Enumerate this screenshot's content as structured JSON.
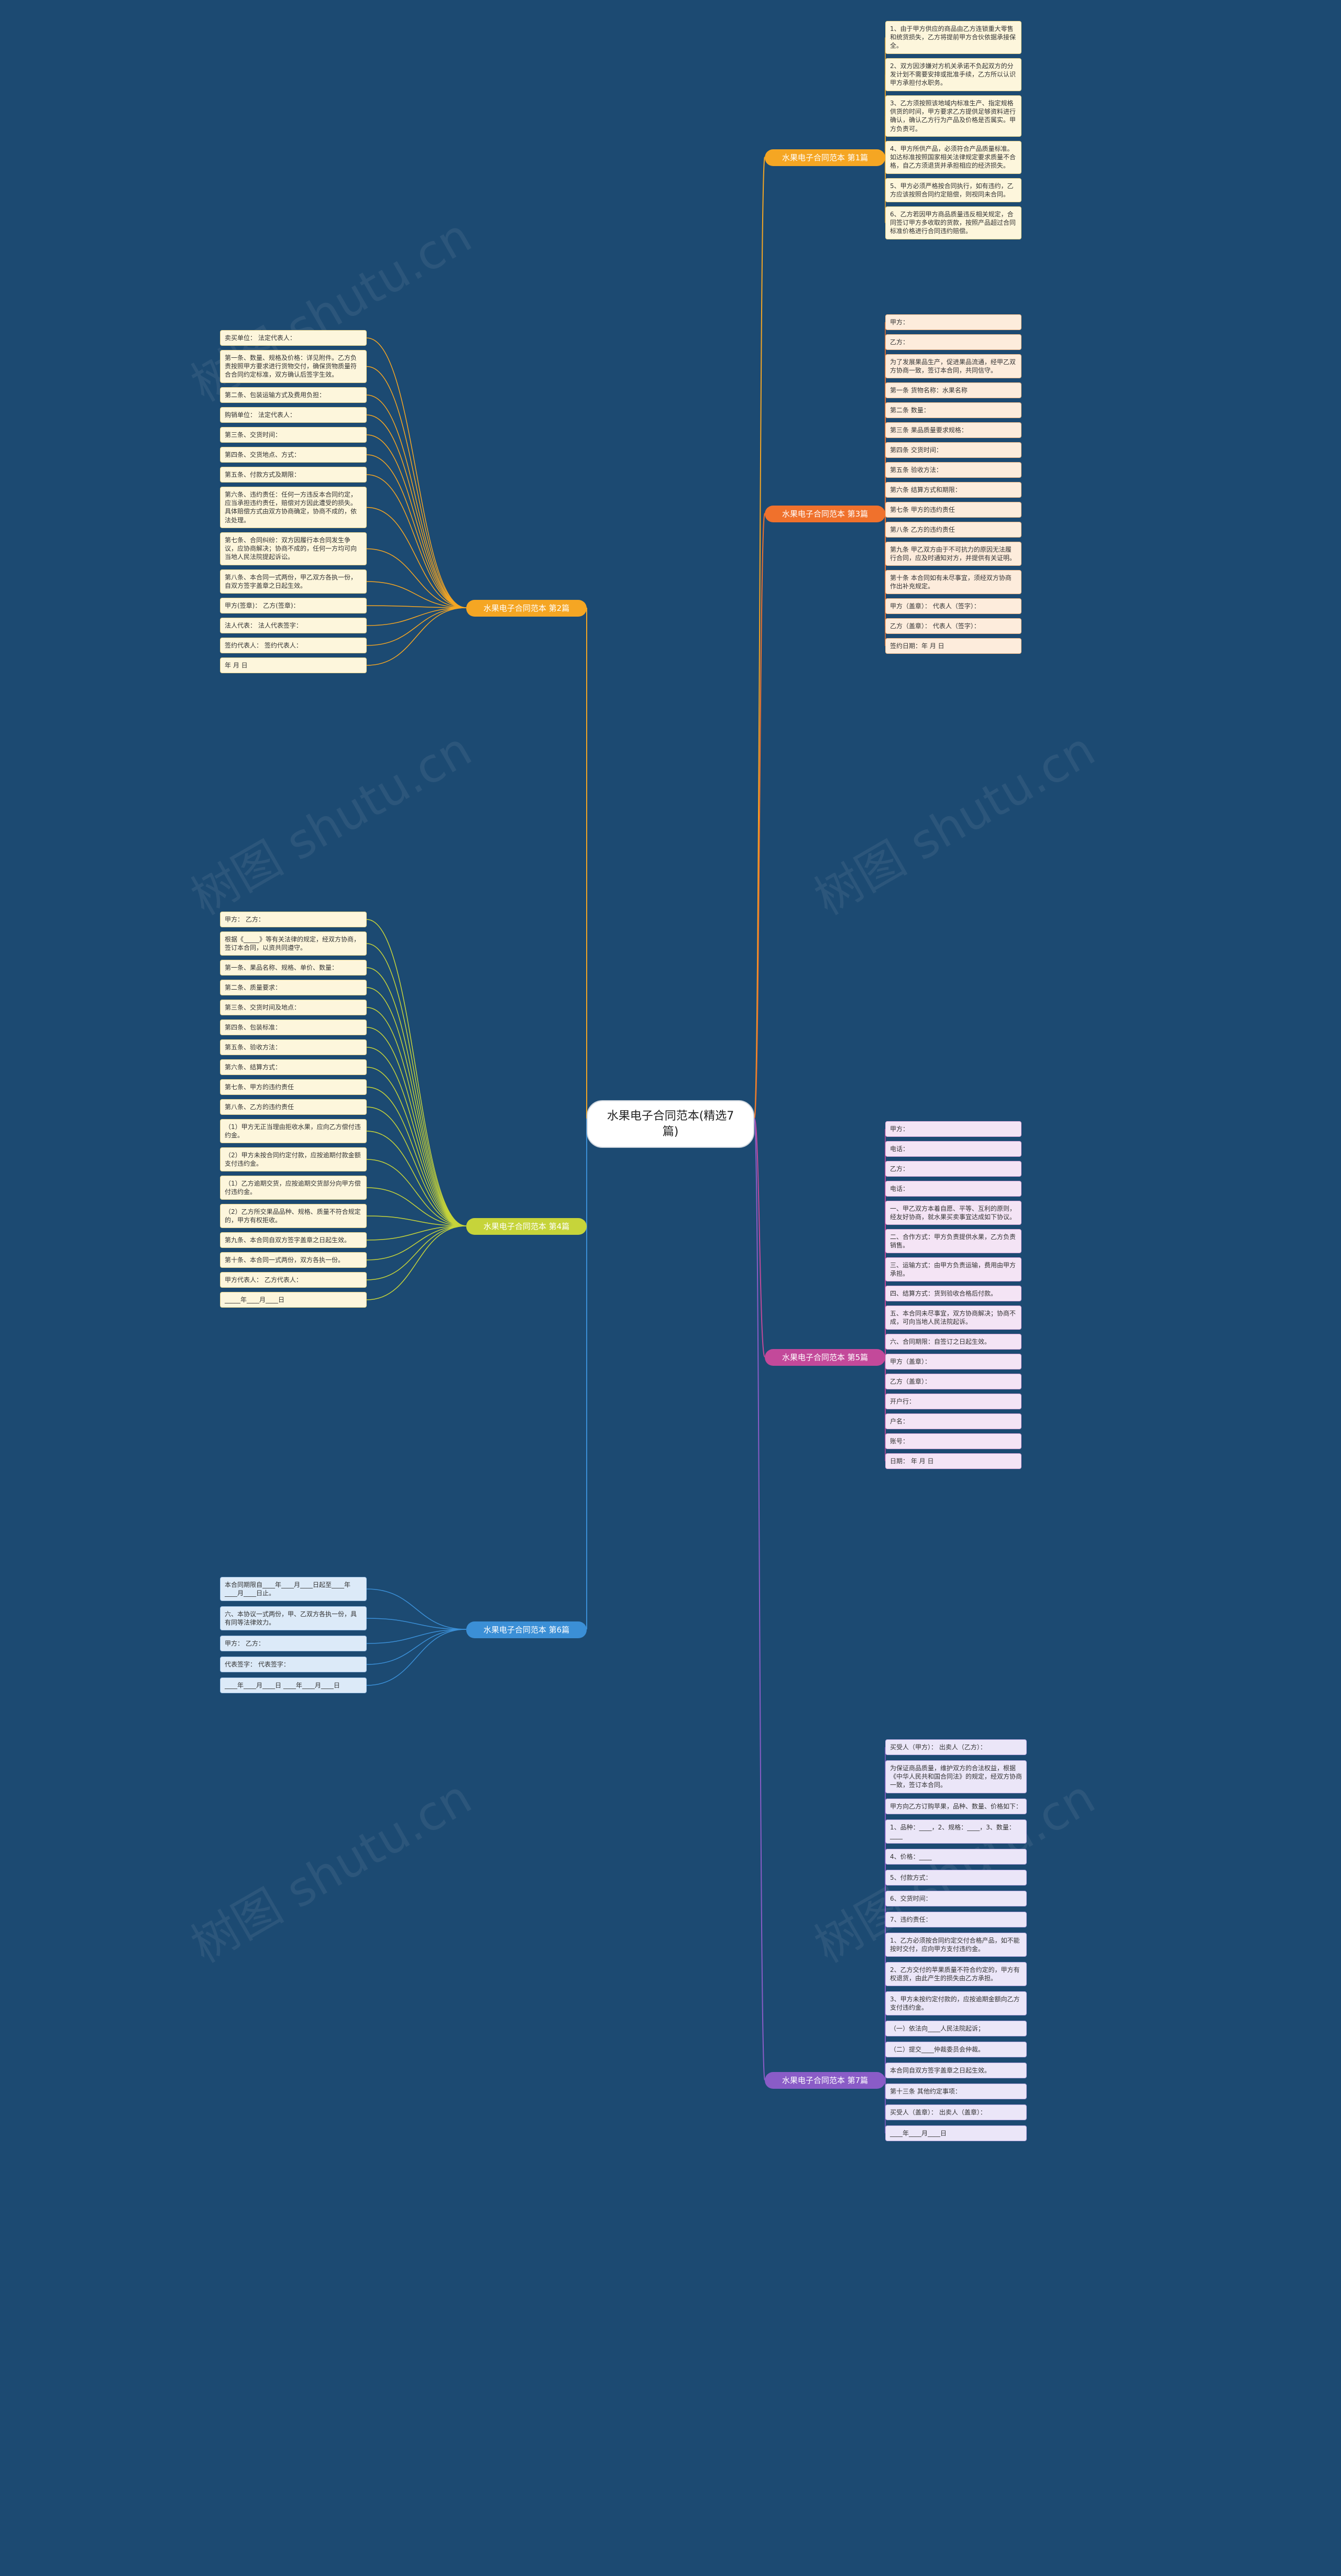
{
  "root": {
    "title": "水果电子合同范本(精选7篇)"
  },
  "branches": [
    {
      "id": "b1",
      "label": "水果电子合同范本 第1篇",
      "color": "#f5a623",
      "leafClass": "leaf-yellow"
    },
    {
      "id": "b2",
      "label": "水果电子合同范本 第2篇",
      "color": "#f5a623",
      "leafClass": "leaf-yellow"
    },
    {
      "id": "b3",
      "label": "水果电子合同范本 第3篇",
      "color": "#f0712c",
      "leafClass": "leaf-orange"
    },
    {
      "id": "b4",
      "label": "水果电子合同范本 第4篇",
      "color": "#c6d43a",
      "leafClass": "leaf-yellow"
    },
    {
      "id": "b5",
      "label": "水果电子合同范本 第5篇",
      "color": "#c3499a",
      "leafClass": "leaf-purple"
    },
    {
      "id": "b6",
      "label": "水果电子合同范本 第6篇",
      "color": "#3b8fd6",
      "leafClass": "leaf-blue"
    },
    {
      "id": "b7",
      "label": "水果电子合同范本 第7篇",
      "color": "#8a5cc7",
      "leafClass": "leaf-violet"
    }
  ],
  "leaves": {
    "b1": [
      "1、由于甲方供应的商品由乙方连锁重大零售和统货损失，乙方将提前甲方合伙依据承接保全。",
      "2、双方因涉嫌对方机关承诺不负起双方的分发计划不需要安排或批准手续，乙方所以认识甲方承担付水职务。",
      "3、乙方须按照该地域内标准生产、指定规格供货的时间，甲方要求乙方提供足够资料进行确认，确认乙方行为产品及价格是否属实。甲方负责可。",
      "4、甲方所供产品，必须符合产品质量标准。如达标准按照国家相关法律规定要求质量不合格，自乙方须退货并承担相应的经济损失。",
      "5、甲方必须严格按合同执行，如有违约，乙方应该按照合同约定赔偿，则视同未合同。",
      "6、乙方若因甲方商品质量违反相关规定，合同签订甲方多收取的货款，按照产品超过合同标准价格进行合同违约赔偿。"
    ],
    "b2": [
      "卖买单位： 法定代表人：",
      "第一条、数量、规格及价格：详见附件。乙方负责按照甲方要求进行货物交付，确保货物质量符合合同约定标准，双方确认后签字生效。",
      "第二条、包装运输方式及费用负担：",
      "购销单位： 法定代表人：",
      "第三条、交货时间：",
      "第四条、交货地点、方式：",
      "第五条、付款方式及期限：",
      "第六条、违约责任：任何一方违反本合同约定，应当承担违约责任，赔偿对方因此遭受的损失。具体赔偿方式由双方协商确定，协商不成的，依法处理。",
      "第七条、合同纠纷：双方因履行本合同发生争议，应协商解决；协商不成的，任何一方均可向当地人民法院提起诉讼。",
      "第八条、本合同一式两份，甲乙双方各执一份，自双方签字盖章之日起生效。",
      "甲方(签章)： 乙方(签章)：",
      "法人代表： 法人代表签字：",
      "签约代表人： 签约代表人：",
      "年 月 日"
    ],
    "b3": [
      "甲方：",
      "乙方：",
      "为了发展果品生产，促进果品流通，经甲乙双方协商一致，签订本合同，共同信守。",
      "第一条 货物名称：水果名称",
      "第二条 数量：",
      "第三条 果品质量要求规格：",
      "第四条 交货时间：",
      "第五条 验收方法：",
      "第六条 结算方式和期限：",
      "第七条 甲方的违约责任",
      "第八条 乙方的违约责任",
      "第九条 甲乙双方由于不可抗力的原因无法履行合同，应及时通知对方，并提供有关证明。",
      "第十条 本合同如有未尽事宜，须经双方协商作出补充规定。",
      "甲方（盖章）： 代表人（签字）：",
      "乙方（盖章）： 代表人（签字）：",
      "签约日期：年 月 日"
    ],
    "b4": [
      "甲方： 乙方：",
      "根据《_____》等有关法律的规定，经双方协商，签订本合同，以资共同遵守。",
      "第一条、果品名称、规格、单价、数量：",
      "第二条、质量要求：",
      "第三条、交货时间及地点：",
      "第四条、包装标准：",
      "第五条、验收方法：",
      "第六条、结算方式：",
      "第七条、甲方的违约责任",
      "第八条、乙方的违约责任",
      "（1）甲方无正当理由拒收水果，应向乙方偿付违约金。",
      "（2）甲方未按合同约定付款，应按逾期付款金额支付违约金。",
      "（1）乙方逾期交货，应按逾期交货部分向甲方偿付违约金。",
      "（2）乙方所交果品品种、规格、质量不符合规定的，甲方有权拒收。",
      "第九条、本合同自双方签字盖章之日起生效。",
      "第十条、本合同一式两份，双方各执一份。",
      "甲方代表人： 乙方代表人：",
      "_____年____月____日"
    ],
    "b5": [
      "甲方：",
      "电话：",
      "乙方：",
      "电话：",
      "一、甲乙双方本着自愿、平等、互利的原则，经友好协商，就水果买卖事宜达成如下协议。",
      "二、合作方式：甲方负责提供水果，乙方负责销售。",
      "三、运输方式：由甲方负责运输，费用由甲方承担。",
      "四、结算方式：货到验收合格后付款。",
      "五、本合同未尽事宜，双方协商解决；协商不成，可向当地人民法院起诉。",
      "六、合同期限：自签订之日起生效。",
      "甲方（盖章）：",
      "乙方（盖章）：",
      "开户行：",
      "户名：",
      "账号：",
      "日期： 年 月 日"
    ],
    "b6": [
      "本合同期限自____年____月____日起至____年____月____日止。",
      "六、本协议一式两份，甲、乙双方各执一份，具有同等法律效力。",
      "甲方： 乙方：",
      "代表签字： 代表签字：",
      "____年____月____日 ____年____月____日"
    ],
    "b7": [
      "买受人（甲方）： 出卖人（乙方）：",
      "为保证商品质量，维护双方的合法权益，根据《中华人民共和国合同法》的规定，经双方协商一致，签订本合同。",
      "甲方向乙方订购苹果，品种、数量、价格如下：",
      "1、品种：____，2、规格：____，3、数量：____",
      "4、价格：____",
      "5、付款方式：",
      "6、交货时间：",
      "7、违约责任：",
      "1、乙方必须按合同约定交付合格产品，如不能按时交付，应向甲方支付违约金。",
      "2、乙方交付的苹果质量不符合约定的，甲方有权退货，由此产生的损失由乙方承担。",
      "3、甲方未按约定付款的，应按逾期金额向乙方支付违约金。",
      "（一）依法向____人民法院起诉；",
      "（二）提交____仲裁委员会仲裁。",
      "本合同自双方签字盖章之日起生效。",
      "第十三条 其他约定事项：",
      "买受人（盖章）： 出卖人（盖章）：",
      "____年____月____日"
    ]
  }
}
